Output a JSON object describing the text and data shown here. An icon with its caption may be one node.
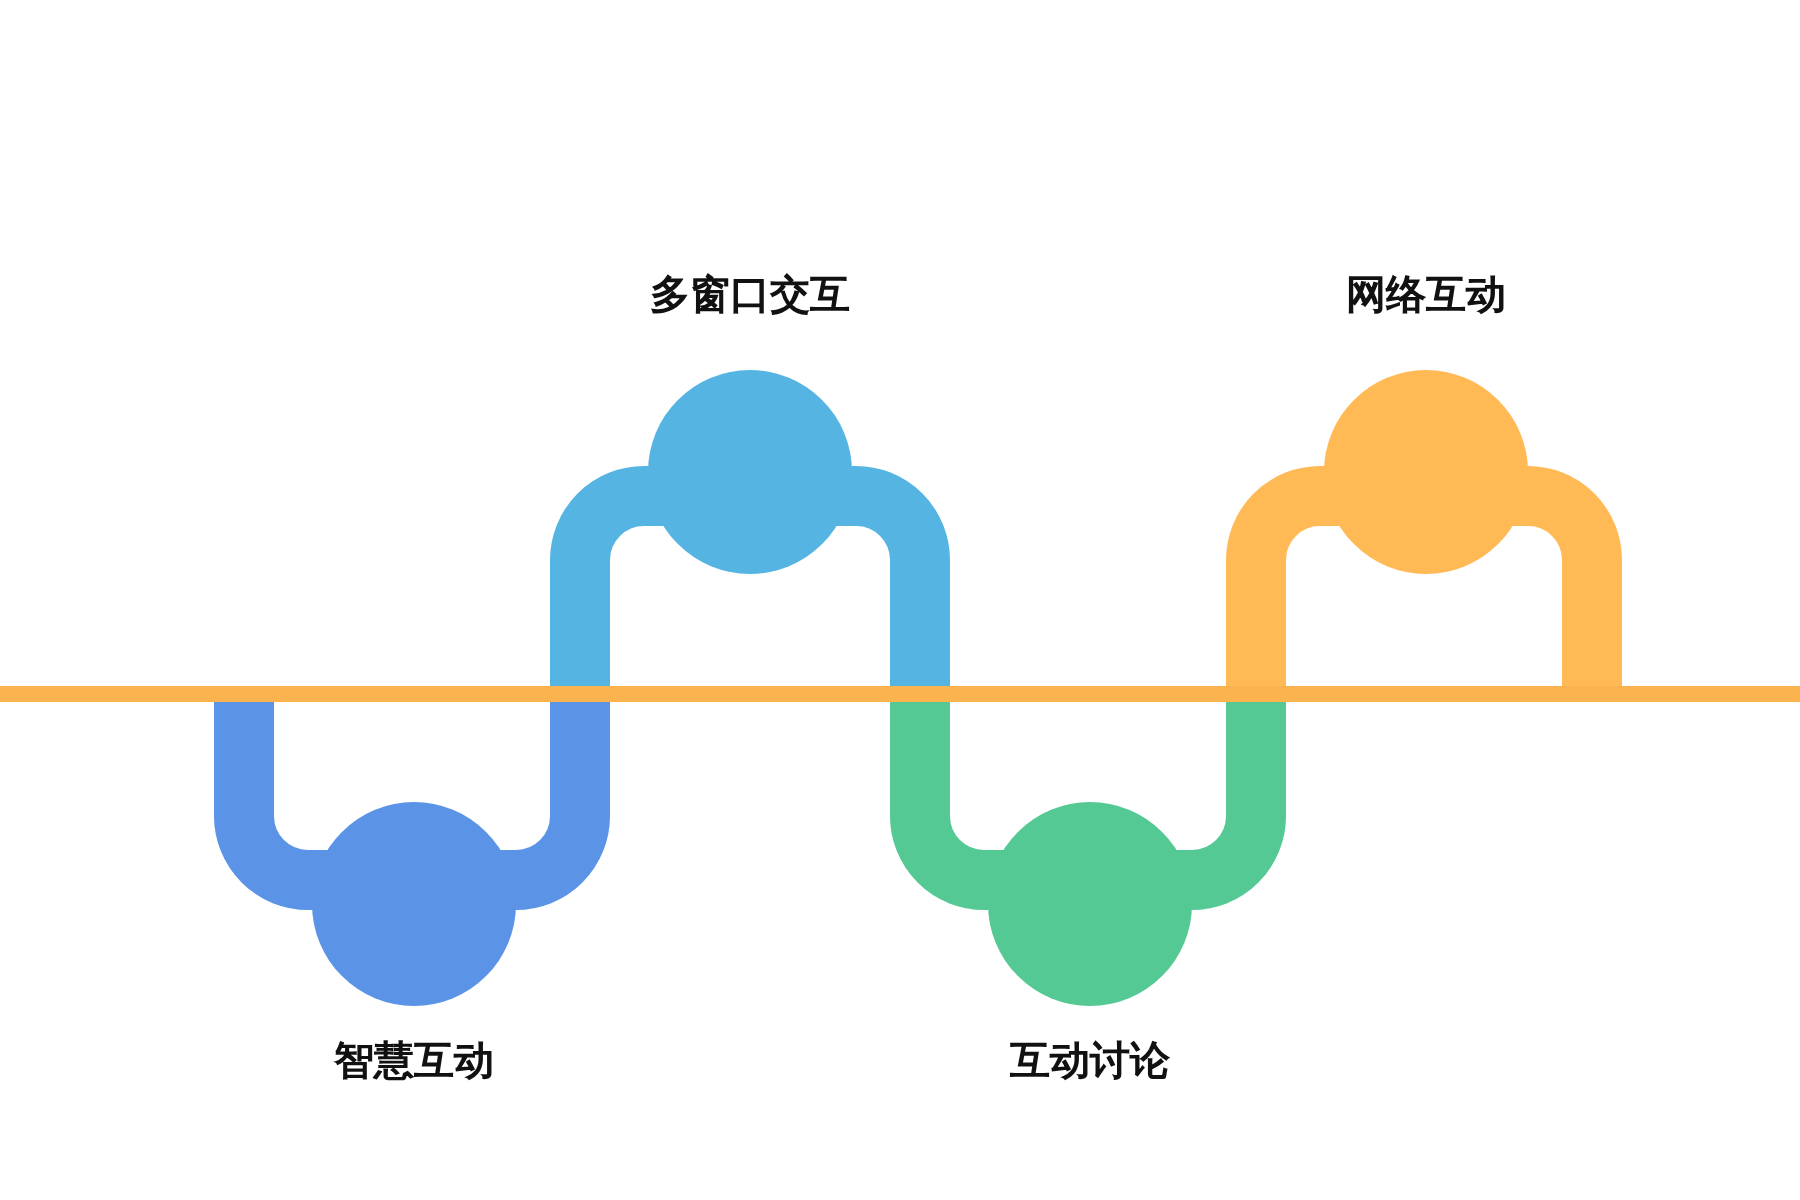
{
  "diagram": {
    "nodes": [
      {
        "text": [
          "智慧互动"
        ]
      },
      {
        "text": [
          "多窗口交互"
        ]
      },
      {
        "text": [
          "互动讨论"
        ]
      },
      {
        "text": [
          "网络互动"
        ]
      }
    ]
  }
}
